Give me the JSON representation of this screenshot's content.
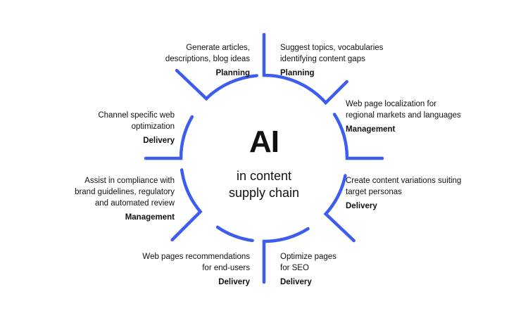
{
  "center": {
    "title": "AI",
    "subtitle_line1": "in content",
    "subtitle_line2": "supply chain"
  },
  "accent_color": "#3d5cf0",
  "items": [
    {
      "desc_lines": [
        "Suggest topics, vocabularies",
        "identifying content gaps"
      ],
      "category": "Planning"
    },
    {
      "desc_lines": [
        "Web page localization for",
        "regional markets and languages"
      ],
      "category": "Management"
    },
    {
      "desc_lines": [
        "Create content variations suiting",
        "target personas"
      ],
      "category": "Delivery"
    },
    {
      "desc_lines": [
        "Optimize pages",
        "for SEO"
      ],
      "category": "Delivery"
    },
    {
      "desc_lines": [
        "Web pages recommendations",
        "for end-users"
      ],
      "category": "Delivery"
    },
    {
      "desc_lines": [
        "Assist in compliance with",
        "brand guidelines, regulatory",
        "and automated review"
      ],
      "category": "Management"
    },
    {
      "desc_lines": [
        "Channel specific web",
        "optimization"
      ],
      "category": "Delivery"
    },
    {
      "desc_lines": [
        "Generate articles,",
        "descriptions, blog ideas"
      ],
      "category": "Planning"
    }
  ]
}
